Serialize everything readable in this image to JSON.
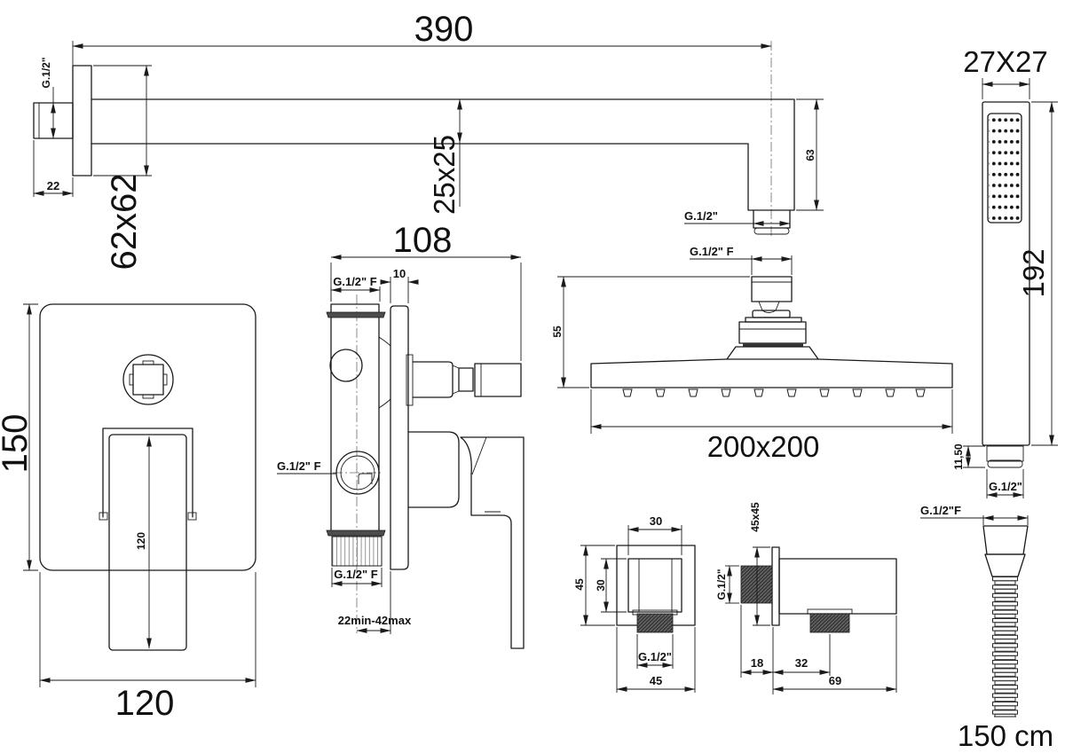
{
  "drawing_title": "concealed-shower-set-dimensional-drawing",
  "line_color": "#1a1a1a",
  "background": "#ffffff",
  "labels": {
    "arm_length": "390",
    "arm_wall_thread": "G.1/2\"",
    "arm_nipple_length": "22",
    "arm_flange_size": "62x62",
    "arm_section": "25x25",
    "arm_drop_height": "63",
    "arm_outlet_thread": "G.1/2\"",
    "handshower_face": "27X27",
    "handshower_length": "192",
    "handshower_tip_length": "11,50",
    "handshower_tip_thread": "G.1/2\"",
    "hose_connector_thread": "G.1/2\"F",
    "hose_length": "150 cm",
    "plate_height": "150",
    "plate_width": "120",
    "plate_handle_length": "120",
    "valve_width": "108",
    "valve_top_thread": "G.1/2\" F",
    "valve_plate_thickness": "10",
    "valve_side_port_thread": "G.1/2\" F",
    "valve_bottom_thread": "G.1/2\" F",
    "valve_install_depth": "22min-42max",
    "head_connector_thread": "G.1/2\" F",
    "head_connector_height": "55",
    "head_size": "200x200",
    "outlet_front_inner_width": "30",
    "outlet_front_inner_height": "30",
    "outlet_front_height": "45",
    "outlet_front_thread": "G.1/2\"",
    "outlet_front_width": "45",
    "outlet_side_face": "45x45",
    "outlet_side_thread": "G.1/2\"",
    "outlet_side_inlet_length": "18",
    "outlet_side_outlet_offset": "32",
    "outlet_side_total_length": "69"
  }
}
